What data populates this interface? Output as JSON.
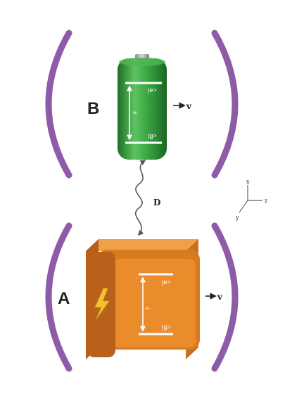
{
  "colors": {
    "bracket": "#8e5ba8",
    "battery_green": "#2f9a3a",
    "battery_green_dark": "#1f6e28",
    "battery_green_light": "#5cc35f",
    "box_orange": "#e8892a",
    "box_orange_dark": "#b8601a",
    "box_orange_top": "#f0a04a",
    "lightning": "#f2c22a",
    "level_line": "#ffffff",
    "arrow": "#222222",
    "wire": "#555555"
  },
  "system_b": {
    "label": "B",
    "excited_state": "|e>",
    "ground_state": "|g>",
    "frequency": "w₀",
    "velocity": "v"
  },
  "system_a": {
    "label": "A",
    "excited_state": "|e>",
    "ground_state": "|g>",
    "frequency": "w₀",
    "velocity": "v"
  },
  "coupling": {
    "label": "D"
  },
  "axes": {
    "x": "x",
    "y": "y",
    "z": "z"
  }
}
